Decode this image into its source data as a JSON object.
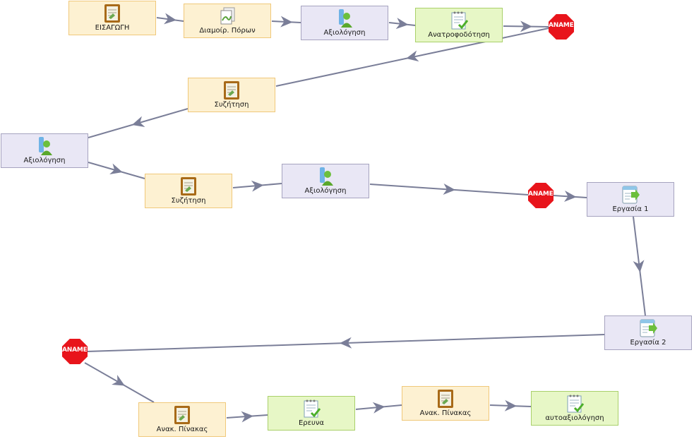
{
  "activities": [
    {
      "id": "n1",
      "label": "ΕΙΣΑΓΩΓΗ",
      "type": "notes",
      "icon": "notepad-icon"
    },
    {
      "id": "n2",
      "label": "Διαμοίρ. Πόρων",
      "type": "resources",
      "icon": "shared-resources-icon"
    },
    {
      "id": "n3",
      "label": "Αξιολόγηση",
      "type": "assessment",
      "icon": "assessment-user-icon"
    },
    {
      "id": "n4",
      "label": "Ανατροφοδότηση",
      "type": "checklist",
      "icon": "checklist-icon"
    },
    {
      "id": "n5",
      "label": "Συζήτηση",
      "type": "notes",
      "icon": "notepad-icon"
    },
    {
      "id": "n6",
      "label": "Αξιολόγηση",
      "type": "assessment",
      "icon": "assessment-user-icon"
    },
    {
      "id": "n7",
      "label": "Συζήτηση",
      "type": "notes",
      "icon": "notepad-icon"
    },
    {
      "id": "n8",
      "label": "Αξιολόγηση",
      "type": "assessment",
      "icon": "assessment-user-icon"
    },
    {
      "id": "n9",
      "label": "Εργασία 1",
      "type": "assessment",
      "icon": "task-submit-icon"
    },
    {
      "id": "n10",
      "label": "Εργασία 2",
      "type": "assessment",
      "icon": "task-submit-icon"
    },
    {
      "id": "n11",
      "label": "Ανακ. Πίνακας",
      "type": "notes",
      "icon": "notepad-icon"
    },
    {
      "id": "n12",
      "label": "Ερευνα",
      "type": "checklist",
      "icon": "checklist-icon"
    },
    {
      "id": "n13",
      "label": "Ανακ. Πίνακας",
      "type": "notes",
      "icon": "notepad-icon"
    },
    {
      "id": "n14",
      "label": "αυτοαξιολόγηση",
      "type": "checklist",
      "icon": "checklist-icon"
    }
  ],
  "stop_gates": [
    {
      "id": "s1",
      "label": "ΑΝΑΜΕΝΕΤΕ"
    },
    {
      "id": "s2",
      "label": "ΑΝΑΜΕΝΕΤΕ"
    },
    {
      "id": "s3",
      "label": "ΑΝΑΜΕΝΕΤΕ"
    }
  ],
  "flow": [
    "n1",
    "n2",
    "n3",
    "n4",
    "s1",
    "n5",
    "n6",
    "n7",
    "n8",
    "s2",
    "n9",
    "n10",
    "s3",
    "n11",
    "n12",
    "n13",
    "n14"
  ],
  "colors": {
    "connector": "#7a7e98",
    "stop": "#e8141b"
  }
}
